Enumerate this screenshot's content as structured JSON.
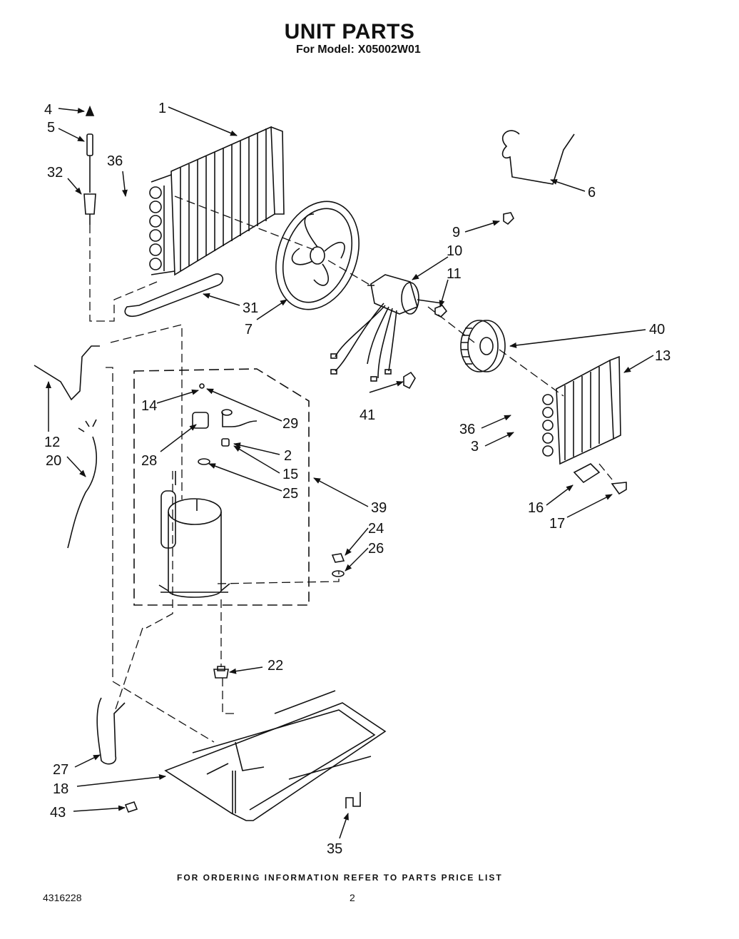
{
  "header": {
    "title": "UNIT PARTS",
    "model_label": "For Model:",
    "model_number": "X05002W01"
  },
  "callouts": [
    "1",
    "2",
    "3",
    "4",
    "5",
    "6",
    "7",
    "9",
    "10",
    "11",
    "12",
    "13",
    "14",
    "15",
    "16",
    "17",
    "18",
    "20",
    "22",
    "24",
    "25",
    "26",
    "27",
    "28",
    "29",
    "31",
    "32",
    "35",
    "36",
    "36",
    "39",
    "40",
    "41",
    "43"
  ],
  "footer": {
    "ordering_note": "FOR ORDERING INFORMATION REFER TO PARTS PRICE LIST",
    "doc_number": "4316228",
    "page_number": "2"
  }
}
